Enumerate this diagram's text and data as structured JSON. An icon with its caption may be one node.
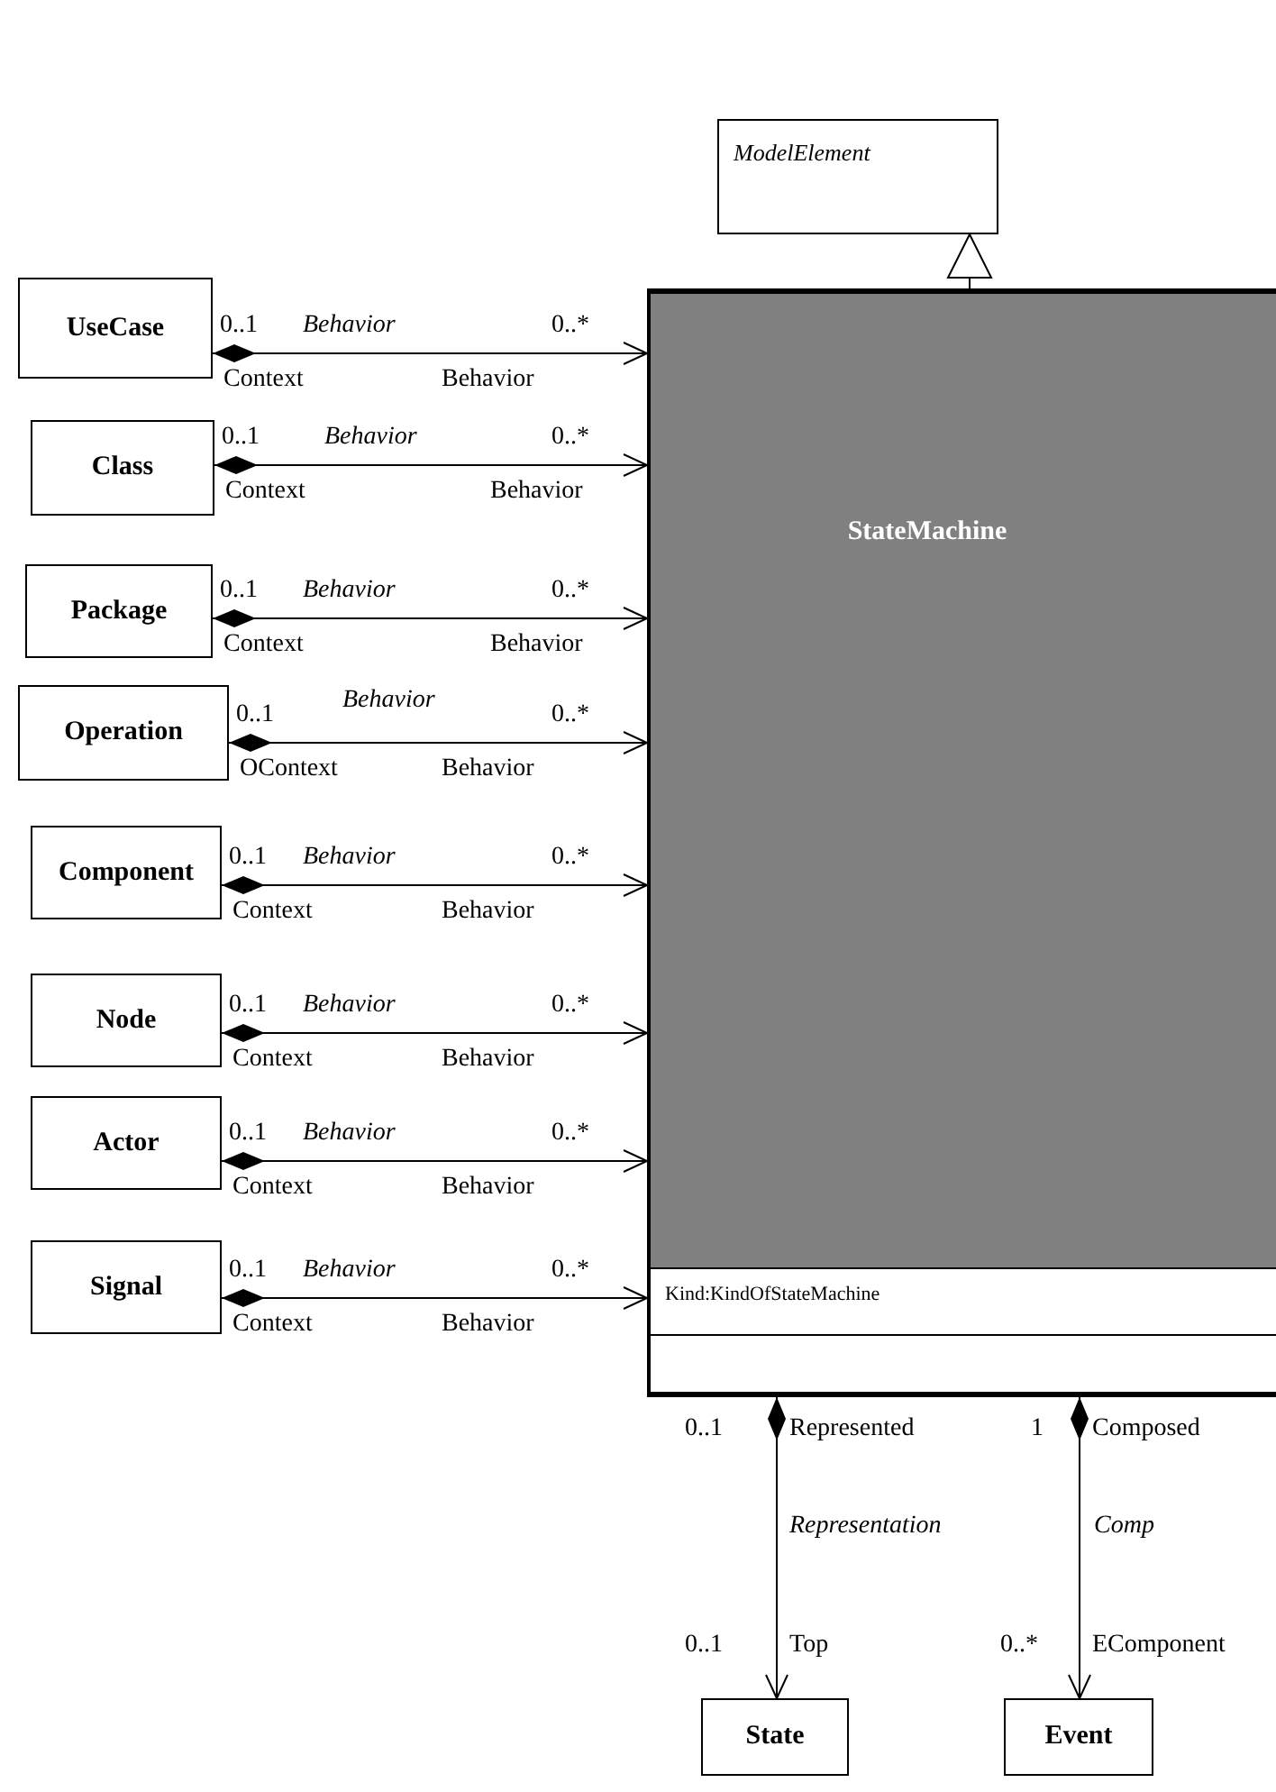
{
  "diagram": {
    "nodes": [
      {
        "text": [
          "ModelElement"
        ]
      },
      {
        "text": [
          "StateMachine",
          "Kind:KindOfStateMachine"
        ]
      },
      {
        "text": [
          "UseCase"
        ]
      },
      {
        "text": [
          "Class"
        ]
      },
      {
        "text": [
          "Package"
        ]
      },
      {
        "text": [
          "Operation"
        ]
      },
      {
        "text": [
          "Component"
        ]
      },
      {
        "text": [
          "Node"
        ]
      },
      {
        "text": [
          "Actor"
        ]
      },
      {
        "text": [
          "Signal"
        ]
      },
      {
        "text": [
          "State"
        ]
      },
      {
        "text": [
          "Event"
        ]
      }
    ],
    "edges": [
      {
        "from": 1,
        "to": 0,
        "arrow": "to"
      },
      {
        "from": 2,
        "to": 1,
        "arrow": "to",
        "label": "Behavior"
      },
      {
        "from": 3,
        "to": 1,
        "arrow": "to",
        "label": "Behavior"
      },
      {
        "from": 4,
        "to": 1,
        "arrow": "to",
        "label": "Behavior"
      },
      {
        "from": 5,
        "to": 1,
        "arrow": "to",
        "label": "Behavior"
      },
      {
        "from": 6,
        "to": 1,
        "arrow": "to",
        "label": "Behavior"
      },
      {
        "from": 7,
        "to": 1,
        "arrow": "to",
        "label": "Behavior"
      },
      {
        "from": 8,
        "to": 1,
        "arrow": "to",
        "label": "Behavior"
      },
      {
        "from": 9,
        "to": 1,
        "arrow": "to",
        "label": "Behavior"
      },
      {
        "from": 1,
        "to": 10,
        "arrow": "to",
        "label": "Representation"
      },
      {
        "from": 1,
        "to": 11,
        "arrow": "to",
        "label": "Comp"
      }
    ],
    "labels": [
      "0..1",
      "0..*",
      "Context",
      "Behavior",
      "0..1",
      "0..*",
      "Context",
      "Behavior",
      "0..1",
      "0..*",
      "Context",
      "Behavior",
      "0..1",
      "0..*",
      "OContext",
      "Behavior",
      "0..1",
      "0..*",
      "Context",
      "Behavior",
      "0..1",
      "0..*",
      "Context",
      "Behavior",
      "0..1",
      "0..*",
      "Context",
      "Behavior",
      "0..1",
      "0..*",
      "Context",
      "Behavior",
      "0..1",
      "Represented",
      "1",
      "Composed",
      "0..1",
      "Top",
      "0..*",
      "EComponent"
    ]
  }
}
